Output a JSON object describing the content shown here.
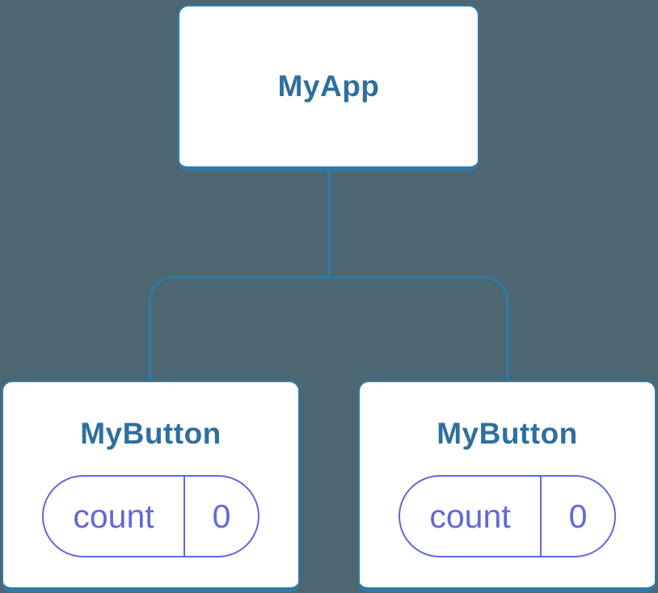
{
  "diagram": {
    "root": {
      "label": "MyApp"
    },
    "children": [
      {
        "label": "MyButton",
        "state": {
          "name": "count",
          "value": "0"
        }
      },
      {
        "label": "MyButton",
        "state": {
          "name": "count",
          "value": "0"
        }
      }
    ]
  },
  "colors": {
    "background": "#4C6772",
    "node_border": "#3179A6",
    "node_text": "#2E6F9F",
    "node_fill": "#FFFFFF",
    "state_accent": "#6168D9"
  }
}
